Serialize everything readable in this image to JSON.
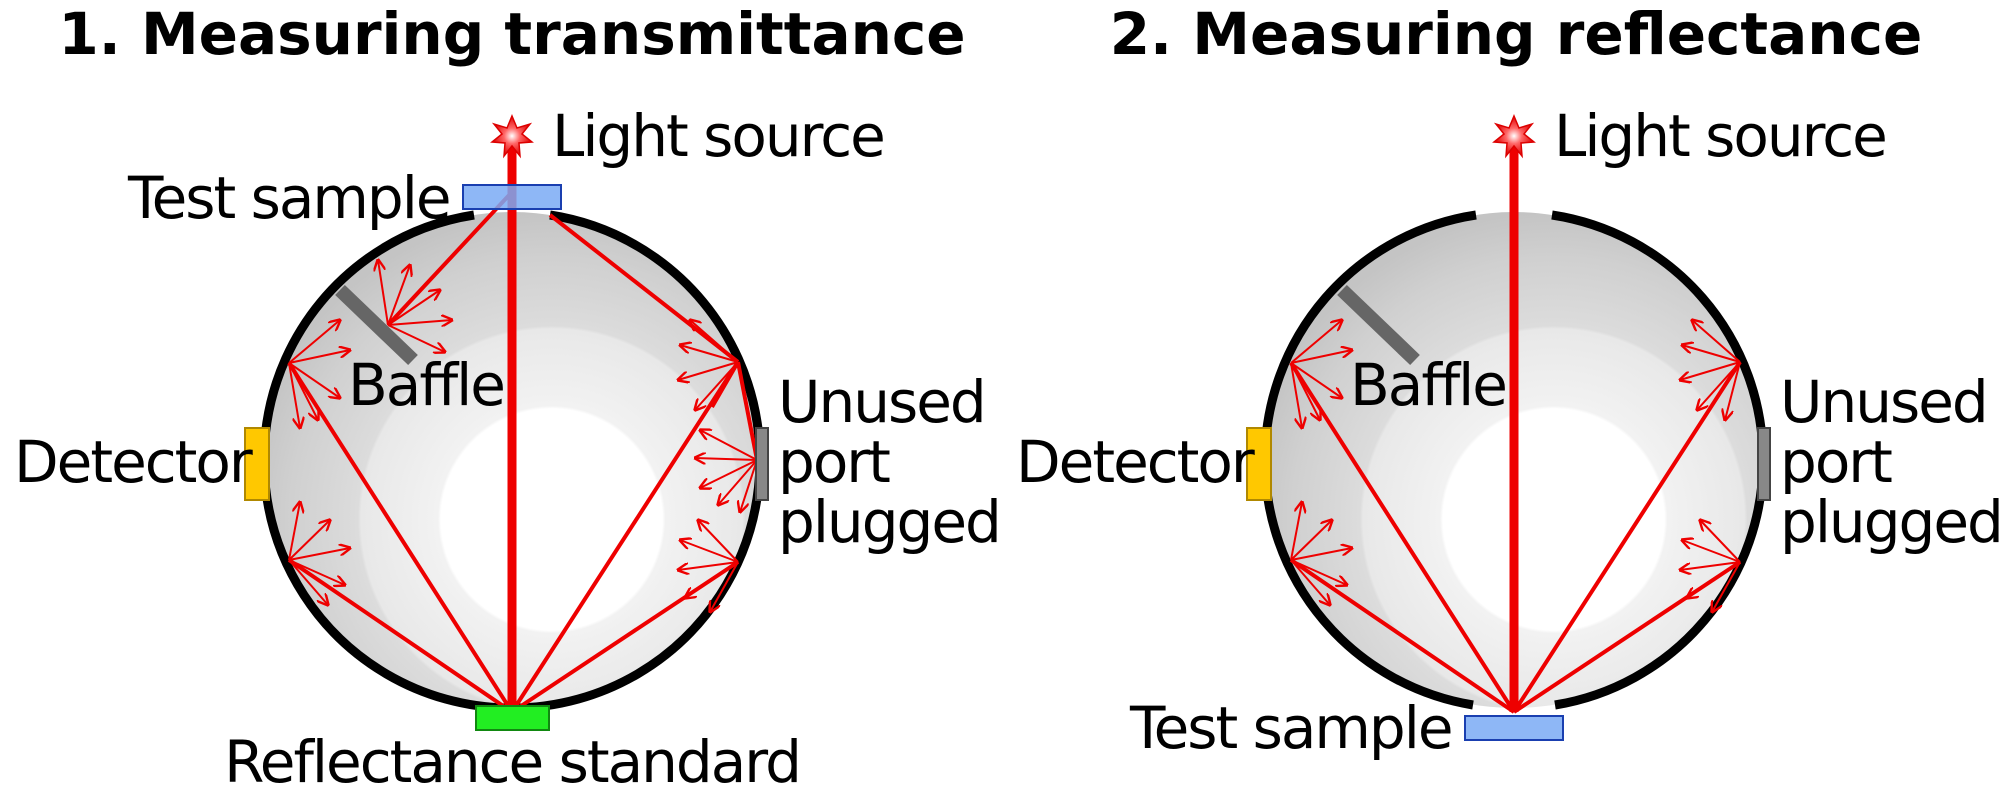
{
  "panels": [
    {
      "title": "1. Measuring transmittance",
      "light_source": "Light source",
      "test_sample": "Test sample",
      "baffle": "Baffle",
      "detector": "Detector",
      "unused_port": [
        "Unused",
        "port",
        "plugged"
      ],
      "reflectance_standard": "Reflectance standard"
    },
    {
      "title": "2. Measuring reflectance",
      "light_source": "Light source",
      "test_sample": "Test sample",
      "baffle": "Baffle",
      "detector": "Detector",
      "unused_port": [
        "Unused",
        "port",
        "plugged"
      ]
    }
  ],
  "colors": {
    "sphere_rim": "#000000",
    "sphere_interior_outer": "#c8c8c8",
    "sphere_interior_inner": "#ffffff",
    "light_ray": "#ee0000",
    "test_sample": "#7aaaf5",
    "test_sample_border": "#1a3fb0",
    "reflectance_standard": "#22ee22",
    "detector": "#ffc800",
    "baffle": "#666666",
    "port_plug": "#888888"
  }
}
